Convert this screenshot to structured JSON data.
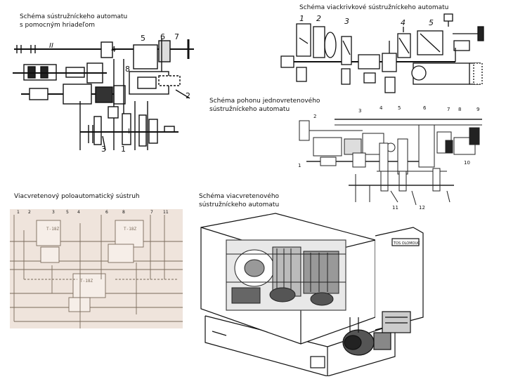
{
  "captions": {
    "sustr_pomocny_line1": "Schéma sústružníckeho automatu",
    "sustr_pomocny_line2": "s pomocným hriadeľom",
    "viackrivkovy": "Schéma viackrivkové sústružníckeho automatu",
    "pohon_line1": "Schéma pohonu jednovretenového",
    "pohon_line2": "sústružníckeho automatu",
    "poloautomat": "Viacvretenový poloautomatický sústruh",
    "viacvretenovy_line1": "Schéma viacvretenového",
    "viacvretenovy_line2": "sústružníckeho automatu"
  },
  "diagram1_labels": {
    "n4": "4",
    "n5": "5",
    "n6": "6",
    "n7": "7",
    "n8": "8",
    "n2": "2",
    "n3": "3",
    "n1": "1",
    "roman1": "I",
    "roman2": "II"
  },
  "diagram2_labels": {
    "n1": "1",
    "n2": "2",
    "n3": "3",
    "n4": "4",
    "n5": "5"
  },
  "diagram3_labels": {
    "n1": "1",
    "n2": "2",
    "n3": "3",
    "n4": "4",
    "n5": "5",
    "n6": "6",
    "n7": "7",
    "n8": "8",
    "n9": "9",
    "n10": "10",
    "n11": "11",
    "n12": "12"
  },
  "diagram4_labels": {
    "n1": "1",
    "n2": "2",
    "n3": "3",
    "n4": "4",
    "n5": "5",
    "n6": "6",
    "n7": "7",
    "n8": "8",
    "n11": "11"
  },
  "diagram5_labels": {
    "plate": "TOS OLOMOUC"
  }
}
